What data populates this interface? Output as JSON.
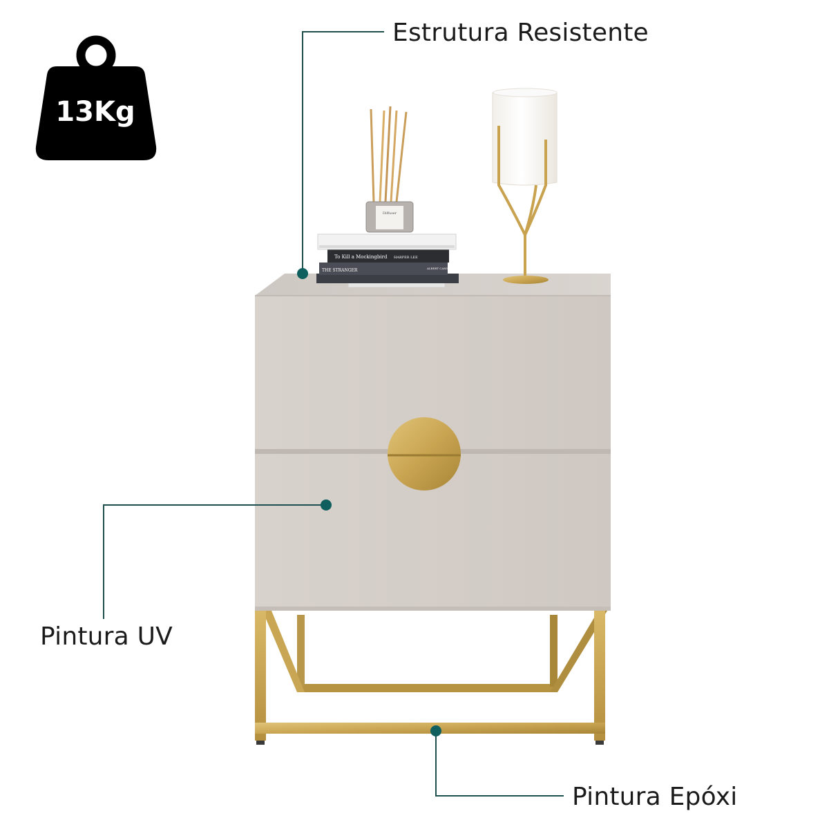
{
  "weight_badge": {
    "text": "13Kg",
    "icon": "weight-icon"
  },
  "callouts": [
    {
      "label": "Estrutura Resistente"
    },
    {
      "label": "Pintura UV"
    },
    {
      "label": "Pintura Epóxi"
    }
  ],
  "books": [
    {
      "title": "To Kill a Mockingbird",
      "author": "HARPER LEE"
    },
    {
      "title": "THE STRANGER",
      "author": "ALBERT CAMUS"
    }
  ],
  "diffuser_label": "Diffuser",
  "colors": {
    "callout_line": "#1e4f4f",
    "callout_dot": "#0f5f5f",
    "cabinet": "#d6d0cb",
    "gold": "#c9a552",
    "badge": "#000000"
  }
}
